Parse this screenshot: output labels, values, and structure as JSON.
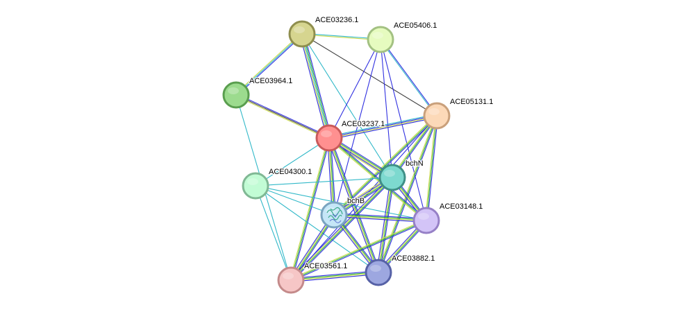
{
  "nodes": [
    {
      "id": "ACE03236.1",
      "label": "ACE03236.1",
      "fill": "#d6d58f",
      "stroke": "#8f8e4e"
    },
    {
      "id": "ACE05406.1",
      "label": "ACE05406.1",
      "fill": "#e6fbbf",
      "stroke": "#a3c182"
    },
    {
      "id": "ACE03964.1",
      "label": "ACE03964.1",
      "fill": "#9cdb8e",
      "stroke": "#5a9e4f"
    },
    {
      "id": "ACE05131.1",
      "label": "ACE05131.1",
      "fill": "#fcd9b8",
      "stroke": "#c9a07b"
    },
    {
      "id": "ACE03237.1",
      "label": "ACE03237.1",
      "fill": "#ff9090",
      "stroke": "#c95a5a"
    },
    {
      "id": "bchN",
      "label": "bchN",
      "fill": "#7dd9cf",
      "stroke": "#3f8f86"
    },
    {
      "id": "ACE04300.1",
      "label": "ACE04300.1",
      "fill": "#c2fcd5",
      "stroke": "#80b894"
    },
    {
      "id": "bchB",
      "label": "bchB",
      "fill": "#c5e6f7",
      "stroke": "#7aa4c0",
      "structure_icon": "protein-structure-icon"
    },
    {
      "id": "ACE03148.1",
      "label": "ACE03148.1",
      "fill": "#d3c4f7",
      "stroke": "#9680c6"
    },
    {
      "id": "ACE03561.1",
      "label": "ACE03561.1",
      "fill": "#f6c6c6",
      "stroke": "#c48a8a"
    },
    {
      "id": "ACE03882.1",
      "label": "ACE03882.1",
      "fill": "#9da7e0",
      "stroke": "#5661a6"
    }
  ],
  "edge_colors": {
    "blue": "#3030e0",
    "yellow_green": "#c8d84a",
    "green": "#30b030",
    "cyan": "#30b8c8",
    "black": "#404040"
  },
  "edges": [
    {
      "source": "ACE03236.1",
      "target": "ACE05406.1",
      "evidence": [
        "cyan",
        "yellow_green"
      ]
    },
    {
      "source": "ACE03236.1",
      "target": "ACE03964.1",
      "evidence": [
        "blue",
        "cyan",
        "yellow_green"
      ]
    },
    {
      "source": "ACE03236.1",
      "target": "ACE03237.1",
      "evidence": [
        "blue",
        "green",
        "cyan",
        "yellow_green",
        "blue"
      ]
    },
    {
      "source": "ACE03236.1",
      "target": "ACE05131.1",
      "evidence": [
        "black"
      ]
    },
    {
      "source": "ACE03236.1",
      "target": "bchN",
      "evidence": [
        "cyan"
      ]
    },
    {
      "source": "ACE05406.1",
      "target": "ACE03237.1",
      "evidence": [
        "blue"
      ]
    },
    {
      "source": "ACE05406.1",
      "target": "ACE05131.1",
      "evidence": [
        "blue",
        "cyan"
      ]
    },
    {
      "source": "ACE05406.1",
      "target": "bchN",
      "evidence": [
        "blue"
      ]
    },
    {
      "source": "ACE05406.1",
      "target": "bchB",
      "evidence": [
        "blue"
      ]
    },
    {
      "source": "ACE05406.1",
      "target": "ACE03148.1",
      "evidence": [
        "blue"
      ]
    },
    {
      "source": "ACE03964.1",
      "target": "ACE03237.1",
      "evidence": [
        "blue",
        "black",
        "yellow_green"
      ]
    },
    {
      "source": "ACE03964.1",
      "target": "ACE03561.1",
      "evidence": [
        "cyan"
      ]
    },
    {
      "source": "ACE05131.1",
      "target": "ACE03237.1",
      "evidence": [
        "blue",
        "yellow_green",
        "blue",
        "cyan"
      ]
    },
    {
      "source": "ACE05131.1",
      "target": "bchN",
      "evidence": [
        "blue",
        "green",
        "yellow_green"
      ]
    },
    {
      "source": "ACE05131.1",
      "target": "bchB",
      "evidence": [
        "blue",
        "green",
        "yellow_green"
      ]
    },
    {
      "source": "ACE05131.1",
      "target": "ACE03148.1",
      "evidence": [
        "blue",
        "green",
        "yellow_green"
      ]
    },
    {
      "source": "ACE05131.1",
      "target": "ACE03561.1",
      "evidence": [
        "blue"
      ]
    },
    {
      "source": "ACE05131.1",
      "target": "ACE03882.1",
      "evidence": [
        "blue",
        "green",
        "yellow_green"
      ]
    },
    {
      "source": "ACE03237.1",
      "target": "ACE04300.1",
      "evidence": [
        "cyan"
      ]
    },
    {
      "source": "ACE03237.1",
      "target": "bchN",
      "evidence": [
        "blue",
        "green",
        "yellow_green",
        "blue",
        "yellow_green"
      ]
    },
    {
      "source": "ACE03237.1",
      "target": "bchB",
      "evidence": [
        "blue",
        "green",
        "yellow_green",
        "blue"
      ]
    },
    {
      "source": "ACE03237.1",
      "target": "ACE03148.1",
      "evidence": [
        "blue",
        "green",
        "yellow_green"
      ]
    },
    {
      "source": "ACE03237.1",
      "target": "ACE03561.1",
      "evidence": [
        "blue",
        "green",
        "yellow_green"
      ]
    },
    {
      "source": "ACE03237.1",
      "target": "ACE03882.1",
      "evidence": [
        "blue",
        "green",
        "yellow_green",
        "blue"
      ]
    },
    {
      "source": "ACE04300.1",
      "target": "bchN",
      "evidence": [
        "cyan"
      ]
    },
    {
      "source": "ACE04300.1",
      "target": "bchB",
      "evidence": [
        "cyan"
      ]
    },
    {
      "source": "ACE04300.1",
      "target": "ACE03148.1",
      "evidence": [
        "cyan"
      ]
    },
    {
      "source": "ACE04300.1",
      "target": "ACE03561.1",
      "evidence": [
        "cyan"
      ]
    },
    {
      "source": "ACE04300.1",
      "target": "ACE03882.1",
      "evidence": [
        "cyan"
      ]
    },
    {
      "source": "bchN",
      "target": "bchB",
      "evidence": [
        "blue",
        "green",
        "yellow_green",
        "blue",
        "yellow_green"
      ]
    },
    {
      "source": "bchN",
      "target": "ACE03148.1",
      "evidence": [
        "blue",
        "green",
        "yellow_green",
        "blue"
      ]
    },
    {
      "source": "bchN",
      "target": "ACE03561.1",
      "evidence": [
        "blue",
        "green",
        "yellow_green",
        "blue"
      ]
    },
    {
      "source": "bchN",
      "target": "ACE03882.1",
      "evidence": [
        "blue",
        "green",
        "yellow_green",
        "blue"
      ]
    },
    {
      "source": "bchB",
      "target": "ACE03148.1",
      "evidence": [
        "blue",
        "green",
        "yellow_green",
        "blue"
      ]
    },
    {
      "source": "bchB",
      "target": "ACE03561.1",
      "evidence": [
        "blue",
        "green",
        "yellow_green",
        "blue"
      ]
    },
    {
      "source": "bchB",
      "target": "ACE03882.1",
      "evidence": [
        "blue",
        "green",
        "yellow_green",
        "blue"
      ]
    },
    {
      "source": "ACE03148.1",
      "target": "ACE03561.1",
      "evidence": [
        "blue",
        "green",
        "yellow_green"
      ]
    },
    {
      "source": "ACE03148.1",
      "target": "ACE03882.1",
      "evidence": [
        "blue",
        "green",
        "yellow_green",
        "blue"
      ]
    },
    {
      "source": "ACE03561.1",
      "target": "ACE03882.1",
      "evidence": [
        "blue",
        "green",
        "yellow_green",
        "blue"
      ]
    }
  ]
}
